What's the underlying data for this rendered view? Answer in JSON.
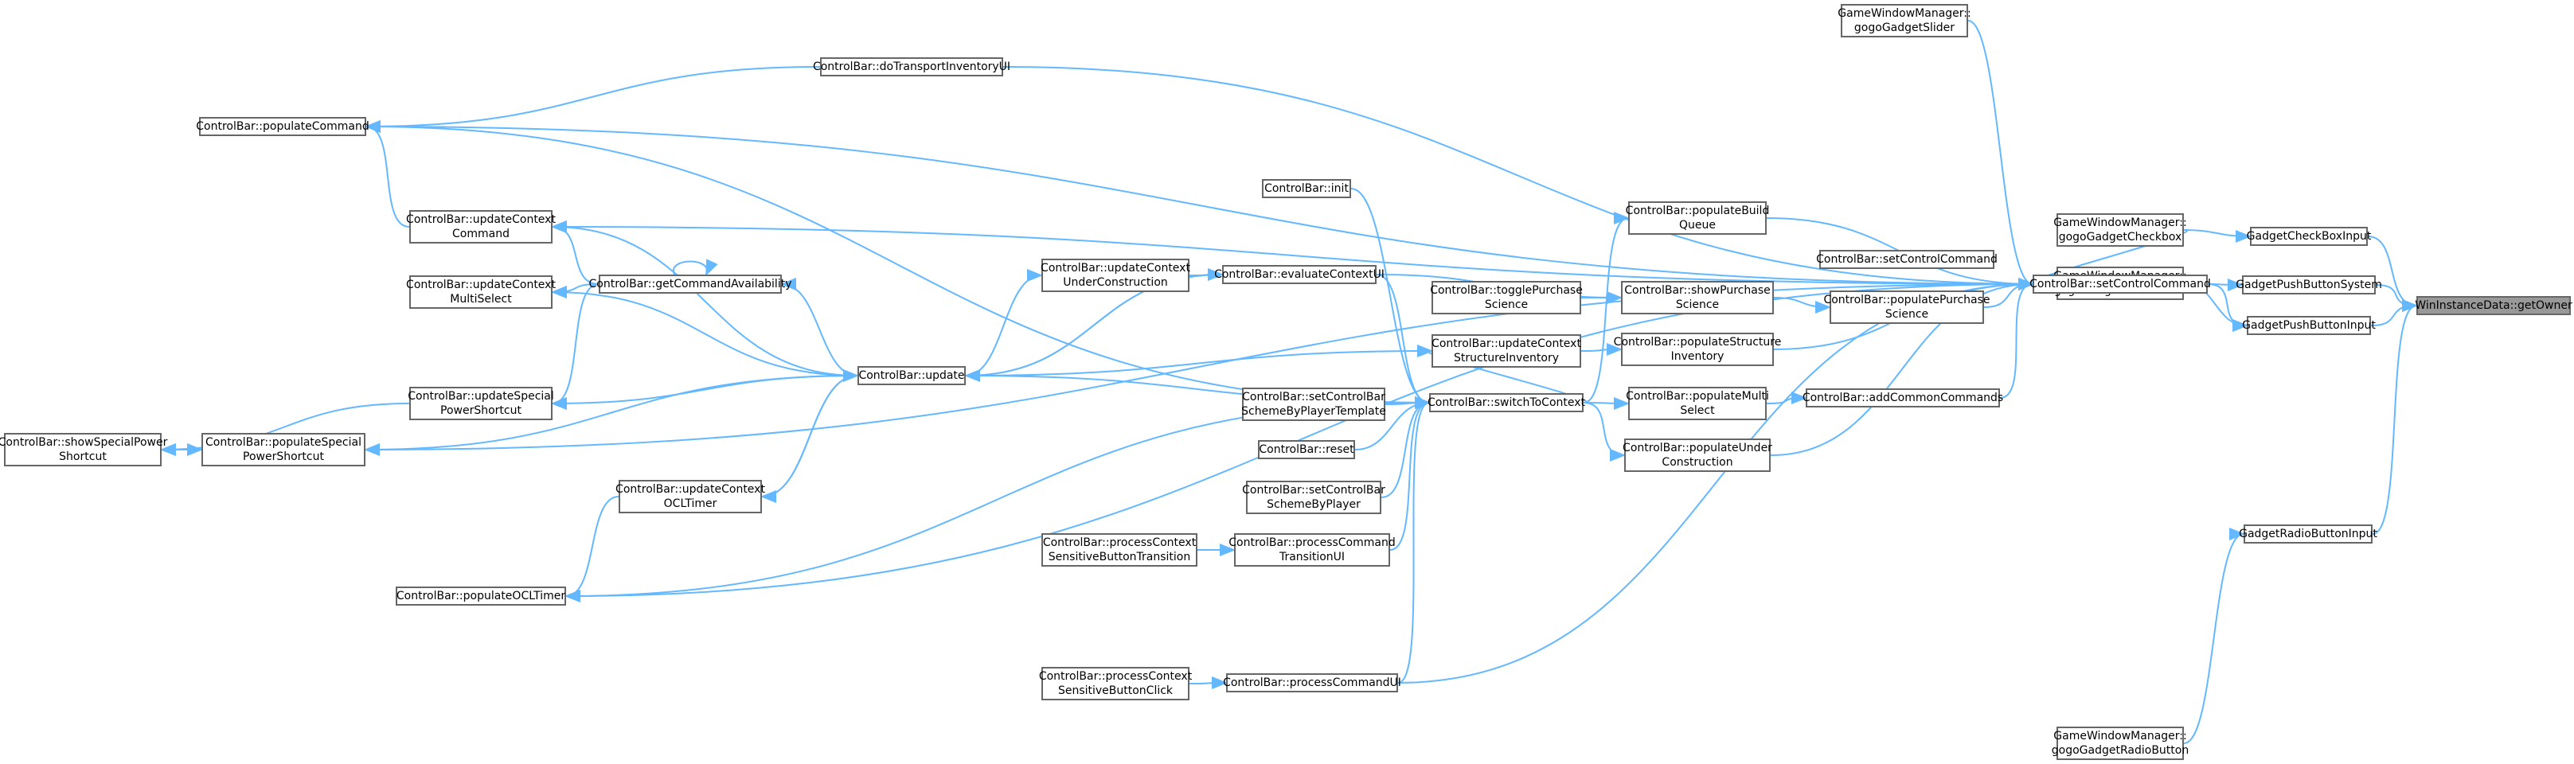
{
  "nodes": {
    "getOwner": [
      "WinInstanceData::getOwner"
    ],
    "gadgetCheckBoxInput": [
      "GadgetCheckBoxInput"
    ],
    "gadgetPushButtonSystem": [
      "GadgetPushButtonSystem"
    ],
    "gadgetPushButtonInput": [
      "GadgetPushButtonInput"
    ],
    "gadgetRadioButtonInput": [
      "GadgetRadioButtonInput"
    ],
    "gwmGogoGadgetCheckbox": [
      "GameWindowManager::",
      "gogoGadgetCheckbox"
    ],
    "gwmGogoGadgetPushButton": [
      "GameWindowManager::",
      "gogoGadgetPushButton"
    ],
    "gwmGogoGadgetSlider": [
      "GameWindowManager::",
      "gogoGadgetSlider"
    ],
    "gwmGogoGadgetRadioButton": [
      "GameWindowManager::",
      "gogoGadgetRadioButton"
    ],
    "setControlCommand": [
      "ControlBar::setControlCommand"
    ],
    "setControlCommand2": [
      "ControlBar::setControlCommand"
    ],
    "addCommonCommands": [
      "ControlBar::addCommonCommands"
    ],
    "populatePurchaseScience": [
      "ControlBar::populatePurchase",
      "Science"
    ],
    "populateBuildQueue": [
      "ControlBar::populateBuild",
      "Queue"
    ],
    "showPurchaseScience": [
      "ControlBar::showPurchase",
      "Science"
    ],
    "populateStructureInventory": [
      "ControlBar::populateStructure",
      "Inventory"
    ],
    "populateMultiSelect": [
      "ControlBar::populateMulti",
      "Select"
    ],
    "populateUnderConstruction": [
      "ControlBar::populateUnder",
      "Construction"
    ],
    "togglePurchaseScience": [
      "ControlBar::togglePurchase",
      "Science"
    ],
    "updateContextStructureInventory": [
      "ControlBar::updateContext",
      "StructureInventory"
    ],
    "switchToContext": [
      "ControlBar::switchToContext"
    ],
    "evaluateContextUI": [
      "ControlBar::evaluateContextUI"
    ],
    "init": [
      "ControlBar::init"
    ],
    "setControlBarSchemeByPlayerTemplate": [
      "ControlBar::setControlBar",
      "SchemeByPlayerTemplate"
    ],
    "reset": [
      "ControlBar::reset"
    ],
    "setControlBarSchemeByPlayer": [
      "ControlBar::setControlBar",
      "SchemeByPlayer"
    ],
    "processCommandTransitionUI": [
      "ControlBar::processCommand",
      "TransitionUI"
    ],
    "processCommandUI": [
      "ControlBar::processCommandUI"
    ],
    "processContextSensitiveButtonTransition": [
      "ControlBar::processContext",
      "SensitiveButtonTransition"
    ],
    "processContextSensitiveButtonClick": [
      "ControlBar::processContext",
      "SensitiveButtonClick"
    ],
    "updateContextUnderConstruction": [
      "ControlBar::updateContext",
      "UnderConstruction"
    ],
    "doTransportInventoryUI": [
      "ControlBar::doTransportInventoryUI"
    ],
    "update": [
      "ControlBar::update"
    ],
    "updateContextOCLTimer": [
      "ControlBar::updateContext",
      "OCLTimer"
    ],
    "getCommandAvailability": [
      "ControlBar::getCommandAvailability"
    ],
    "populateCommand": [
      "ControlBar::populateCommand"
    ],
    "updateContextCommand": [
      "ControlBar::updateContext",
      "Command"
    ],
    "updateContextMultiSelect": [
      "ControlBar::updateContext",
      "MultiSelect"
    ],
    "updateSpecialPowerShortcut": [
      "ControlBar::updateSpecial",
      "PowerShortcut"
    ],
    "populateSpecialPowerShortcut": [
      "ControlBar::populateSpecial",
      "PowerShortcut"
    ],
    "showSpecialPowerShortcut": [
      "ControlBar::showSpecialPower",
      "Shortcut"
    ],
    "populateOCLTimer": [
      "ControlBar::populateOCLTimer"
    ]
  },
  "root": "getOwner",
  "edge_color": "#63b8ff",
  "edges": [
    [
      "gadgetCheckBoxInput",
      "getOwner"
    ],
    [
      "gadgetPushButtonSystem",
      "getOwner"
    ],
    [
      "gadgetPushButtonInput",
      "getOwner"
    ],
    [
      "gadgetRadioButtonInput",
      "getOwner"
    ],
    [
      "gwmGogoGadgetCheckbox",
      "gadgetCheckBoxInput"
    ],
    [
      "gwmGogoGadgetPushButton",
      "gadgetPushButtonSystem"
    ],
    [
      "setControlCommand",
      "gadgetPushButtonInput"
    ],
    [
      "gwmGogoGadgetRadioButton",
      "gadgetRadioButtonInput"
    ],
    [
      "gwmGogoGadgetPushButton",
      "gadgetPushButtonInput"
    ],
    [
      "gwmGogoGadgetSlider",
      "setControlCommand"
    ],
    [
      "gwmGogoGadgetPushButton",
      "setControlCommand"
    ],
    [
      "gwmGogoGadgetCheckbox",
      "setControlCommand"
    ],
    [
      "addCommonCommands",
      "setControlCommand"
    ],
    [
      "populatePurchaseScience",
      "setControlCommand"
    ],
    [
      "populateBuildQueue",
      "setControlCommand"
    ],
    [
      "populateStructureInventory",
      "setControlCommand"
    ],
    [
      "populateUnderConstruction",
      "setControlCommand"
    ],
    [
      "populateCommand",
      "setControlCommand"
    ],
    [
      "doTransportInventoryUI",
      "setControlCommand"
    ],
    [
      "updateContextCommand",
      "setControlCommand"
    ],
    [
      "populateSpecialPowerShortcut",
      "setControlCommand"
    ],
    [
      "populateOCLTimer",
      "setControlCommand"
    ],
    [
      "processCommandUI",
      "setControlCommand"
    ],
    [
      "populateMultiSelect",
      "addCommonCommands"
    ],
    [
      "showPurchaseScience",
      "populatePurchaseScience"
    ],
    [
      "togglePurchaseScience",
      "showPurchaseScience"
    ],
    [
      "evaluateContextUI",
      "showPurchaseScience"
    ],
    [
      "switchToContext",
      "populateBuildQueue"
    ],
    [
      "updateContextStructureInventory",
      "populateStructureInventory"
    ],
    [
      "switchToContext",
      "populateMultiSelect"
    ],
    [
      "switchToContext",
      "populateUnderConstruction"
    ],
    [
      "switchToContext",
      "updateContextStructureInventory"
    ],
    [
      "init",
      "switchToContext"
    ],
    [
      "setControlBarSchemeByPlayerTemplate",
      "switchToContext"
    ],
    [
      "reset",
      "switchToContext"
    ],
    [
      "setControlBarSchemeByPlayer",
      "switchToContext"
    ],
    [
      "processCommandTransitionUI",
      "switchToContext"
    ],
    [
      "processCommandUI",
      "switchToContext"
    ],
    [
      "evaluateContextUI",
      "switchToContext"
    ],
    [
      "update",
      "switchToContext"
    ],
    [
      "processContextSensitiveButtonTransition",
      "processCommandTransitionUI"
    ],
    [
      "processContextSensitiveButtonClick",
      "processCommandUI"
    ],
    [
      "updateContextUnderConstruction",
      "evaluateContextUI"
    ],
    [
      "update",
      "evaluateContextUI"
    ],
    [
      "update",
      "updateContextUnderConstruction"
    ],
    [
      "update",
      "updateContextStructureInventory"
    ],
    [
      "update",
      "updateContextOCLTimer"
    ],
    [
      "update",
      "updateContextCommand"
    ],
    [
      "update",
      "getCommandAvailability"
    ],
    [
      "update",
      "updateContextMultiSelect"
    ],
    [
      "update",
      "updateSpecialPowerShortcut"
    ],
    [
      "update",
      "populateSpecialPowerShortcut"
    ],
    [
      "updateContextOCLTimer",
      "update"
    ],
    [
      "evaluateContextUI",
      "update"
    ],
    [
      "getCommandAvailability",
      "getCommandAvailability"
    ],
    [
      "getCommandAvailability",
      "updateContextCommand"
    ],
    [
      "getCommandAvailability",
      "updateContextMultiSelect"
    ],
    [
      "getCommandAvailability",
      "updateSpecialPowerShortcut"
    ],
    [
      "updateContextCommand",
      "populateCommand"
    ],
    [
      "updateContextOCLTimer",
      "populateOCLTimer"
    ],
    [
      "updateSpecialPowerShortcut",
      "showSpecialPowerShortcut"
    ],
    [
      "populateSpecialPowerShortcut",
      "showSpecialPowerShortcut"
    ],
    [
      "showSpecialPowerShortcut",
      "populateSpecialPowerShortcut"
    ],
    [
      "switchToContext",
      "populateCommand"
    ],
    [
      "switchToContext",
      "populateOCLTimer"
    ],
    [
      "doTransportInventoryUI",
      "populateCommand"
    ]
  ]
}
